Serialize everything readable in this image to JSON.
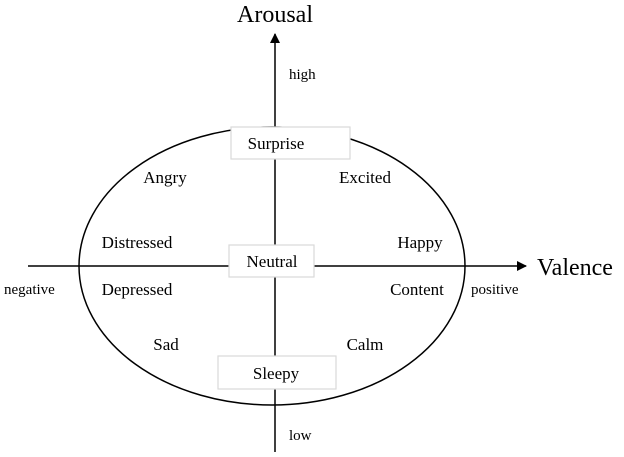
{
  "axes": {
    "y_title": "Arousal",
    "x_title": "Valence",
    "y_high": "high",
    "y_low": "low",
    "x_negative": "negative",
    "x_positive": "positive"
  },
  "emotions": {
    "surprise": "Surprise",
    "angry": "Angry",
    "excited": "Excited",
    "distressed": "Distressed",
    "happy": "Happy",
    "neutral": "Neutral",
    "depressed": "Depressed",
    "content": "Content",
    "sad": "Sad",
    "calm": "Calm",
    "sleepy": "Sleepy"
  }
}
